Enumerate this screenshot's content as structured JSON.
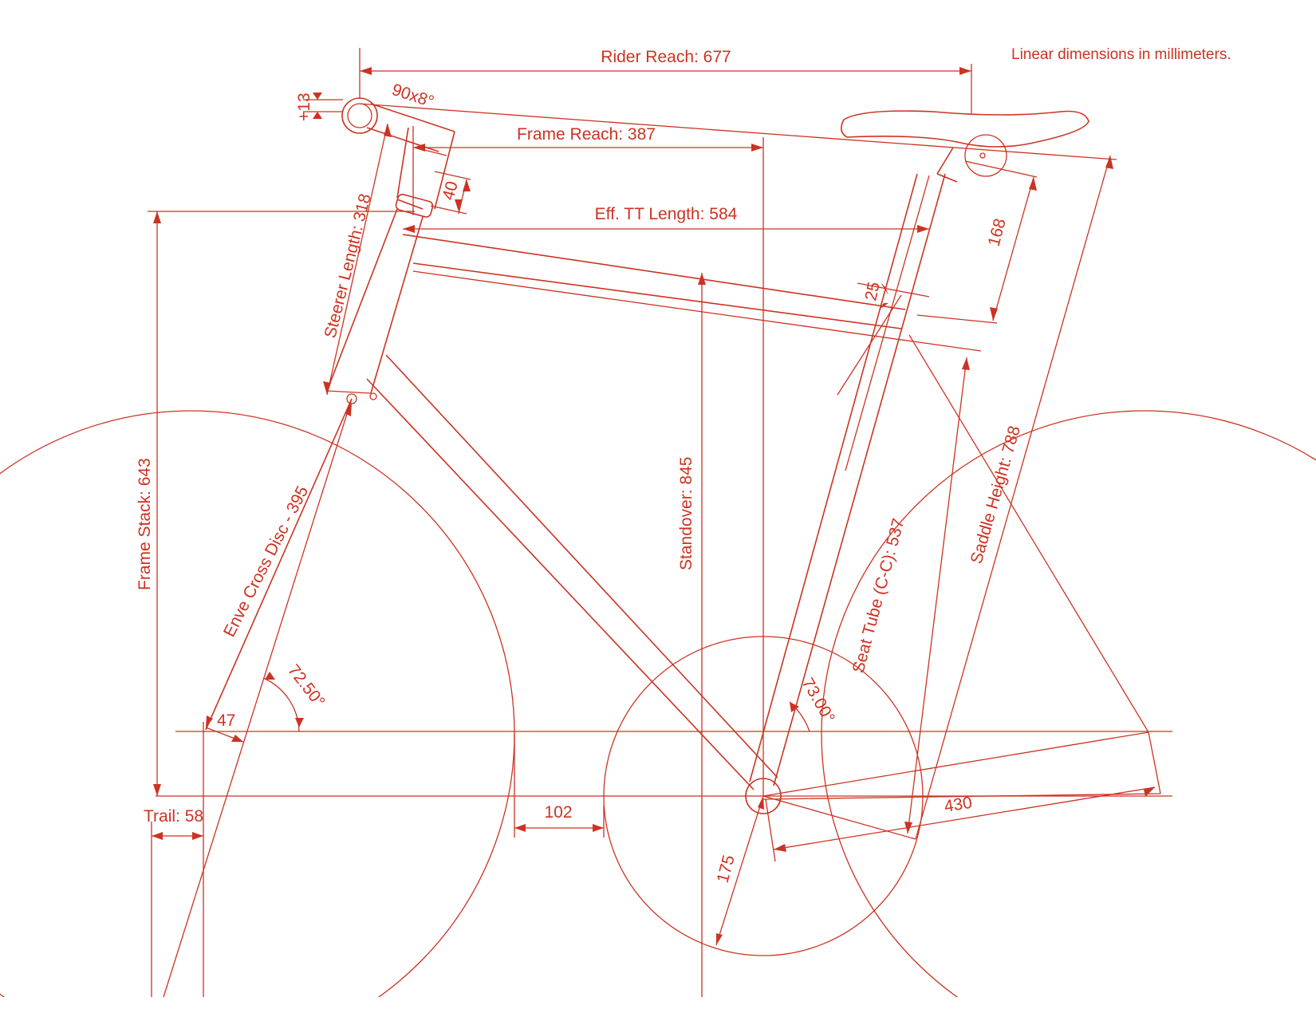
{
  "accent_color": "#cc3322",
  "note": "Linear dimensions in millimeters.",
  "labels": {
    "rider_reach": "Rider Reach: 677",
    "stem": "90x8°",
    "stem_offset": "+13",
    "frame_reach": "Frame Reach: 387",
    "spacer": "40",
    "eff_tt": "Eff. TT Length: 584",
    "steerer": "Steerer Length: 318",
    "seat_post": "168",
    "tt_offset": "25",
    "saddle_height": "Saddle Height: 788",
    "seat_tube": "Seat Tube (C-C): 537",
    "standover": "Standover: 845",
    "frame_stack": "Frame Stack: 643",
    "fork": "Enve Cross Disc - 395",
    "head_angle": "72.50°",
    "seat_angle": "73.00°",
    "offset": "47",
    "trail": "Trail: 58",
    "toe_clearance": "102",
    "crank": "175",
    "chainstay": "430"
  }
}
